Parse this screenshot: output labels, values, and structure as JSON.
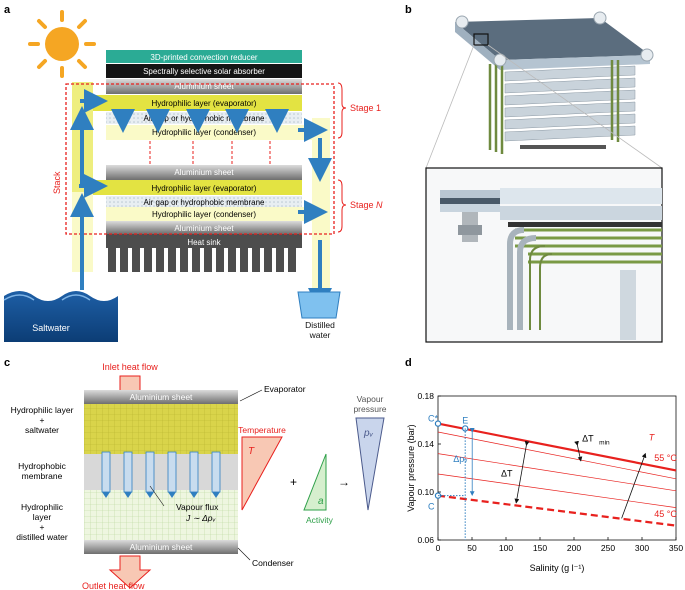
{
  "panel_a": {
    "label": "a",
    "layers": {
      "reducer": "3D-printed convection reducer",
      "absorber": "Spectrally selective solar absorber",
      "al1": "Aluminium sheet",
      "evap1": "Hydrophilic layer (evaporator)",
      "gap1": "Air gap or hydrophobic membrane",
      "cond1": "Hydrophilic layer (condenser)",
      "al2": "Aluminium sheet",
      "evap2": "Hydrophilic layer (evaporator)",
      "gap2": "Air gap or hydrophobic membrane",
      "cond2": "Hydrophilic layer (condenser)",
      "al3": "Aluminium sheet",
      "heatsink": "Heat sink"
    },
    "stage1": "Stage 1",
    "stageN_prefix": "Stage ",
    "stageN_italic": "N",
    "stack": "Stack",
    "saltwater": "Saltwater",
    "distilled1": "Distilled",
    "distilled2": "water",
    "colors": {
      "evaporator": "#e3e342",
      "condenser": "#fafac8",
      "aluminium": "#8c8c8c",
      "reducer": "#2bab95",
      "absorber": "#151515",
      "arrow": "#2f7fc0",
      "dashed_red": "#e8211e"
    }
  },
  "panel_b": {
    "label": "b"
  },
  "panel_c": {
    "label": "c",
    "inlet": "Inlet heat flow",
    "outlet": "Outlet heat flow",
    "al_top": "Aluminium sheet",
    "al_bottom": "Aluminium sheet",
    "evaporator": "Evaporator",
    "condenser": "Condenser",
    "left1": [
      "Hydrophilic layer",
      "+",
      "saltwater"
    ],
    "left2": [
      "Hydrophobic",
      "membrane"
    ],
    "left3": [
      "Hydrophilic",
      "layer",
      "+",
      "distilled water"
    ],
    "temperature": "Temperature",
    "temp_sym": "T",
    "activity": "Activity",
    "activity_sym": "a",
    "vapour_pressure": [
      "Vapour",
      "pressure"
    ],
    "pv_sym": "pᵥ",
    "vapour_flux": "Vapour flux",
    "flux_rel": "J ∼ Δpᵥ",
    "plus": "+",
    "arrow": "→"
  },
  "panel_d": {
    "label": "d",
    "chart_data": {
      "type": "line",
      "xlabel": "Salinity (g l⁻¹)",
      "ylabel": "Vapour pressure (bar)",
      "xlim": [
        0,
        350
      ],
      "ylim": [
        0.06,
        0.18
      ],
      "xticks": [
        0,
        50,
        100,
        150,
        200,
        250,
        300,
        350
      ],
      "yticks": [
        0.06,
        0.1,
        0.14,
        0.18
      ],
      "ytick_labels": [
        "0.06",
        "0.10",
        "0.14",
        "0.18"
      ],
      "series": [
        {
          "name": "55 °C",
          "x": [
            0,
            350
          ],
          "y": [
            0.157,
            0.118
          ],
          "style": "solid-thick"
        },
        {
          "name": "",
          "x": [
            0,
            350
          ],
          "y": [
            0.15,
            0.111
          ],
          "style": "thin"
        },
        {
          "name": "",
          "x": [
            0,
            350
          ],
          "y": [
            0.132,
            0.101
          ],
          "style": "thin"
        },
        {
          "name": "",
          "x": [
            0,
            350
          ],
          "y": [
            0.115,
            0.087
          ],
          "style": "thin"
        },
        {
          "name": "45 °C",
          "x": [
            0,
            350
          ],
          "y": [
            0.097,
            0.072
          ],
          "style": "dashed-thick"
        }
      ],
      "points": [
        {
          "label": "C*",
          "x": 0,
          "y": 0.157
        },
        {
          "label": "E",
          "x": 40,
          "y": 0.153
        },
        {
          "label": "C",
          "x": 0,
          "y": 0.097
        }
      ],
      "annotations": {
        "dpv": "Δpᵥ",
        "dT": "ΔT",
        "dTmin": "ΔT",
        "dTmin_sub": "min",
        "T": "T",
        "t55": "55 °C",
        "t45": "45 °C"
      },
      "color": "#e8211e"
    }
  }
}
